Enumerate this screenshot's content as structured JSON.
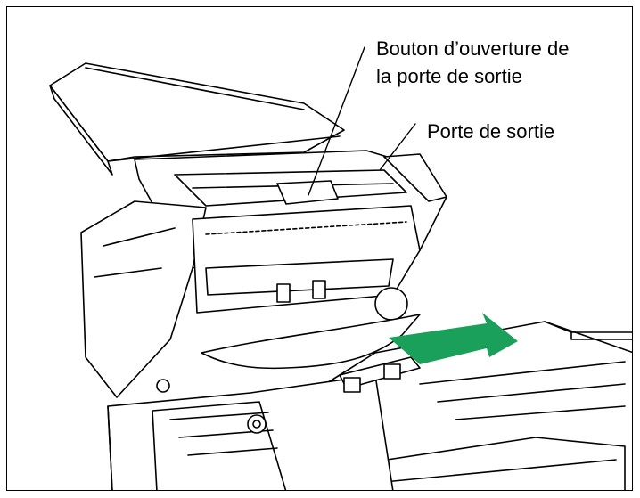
{
  "callouts": {
    "exit_door_button_line1": "Bouton d’ouverture de",
    "exit_door_button_line2": "la porte de sortie",
    "exit_door": "Porte de sortie"
  },
  "colors": {
    "arrow": "#1aa05a",
    "outline": "#000000",
    "fill": "#ffffff"
  }
}
